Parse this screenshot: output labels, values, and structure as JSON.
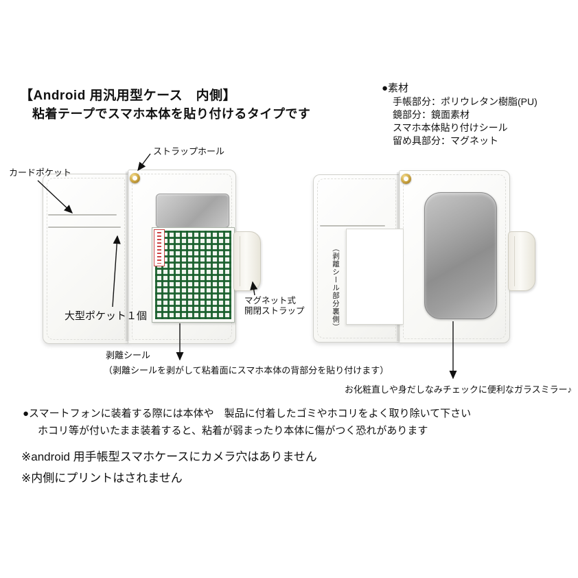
{
  "colors": {
    "seal_grid_green": "#1d5f2d",
    "eyelet_gold": "#c9a23f",
    "mirror_gray": "#9a9a9a",
    "seal_tab_red": "#cc4444",
    "text": "#111111"
  },
  "header": {
    "title": "【Android 用汎用型ケース　内側】",
    "subtitle": "粘着テープでスマホ本体を貼り付けるタイプです"
  },
  "materials": {
    "heading": "●素材",
    "items": [
      "手帳部分：ポリウレタン樹脂(PU)",
      "鏡部分：鏡面素材",
      "スマホ本体貼り付けシール",
      "留め具部分：マグネット"
    ]
  },
  "left_case": {
    "labels": {
      "strap_hole": "ストラップホール",
      "card_pocket": "カードポケット",
      "large_pocket": "大型ポケット１個",
      "magnet_strap": "マグネット式\n開閉ストラップ",
      "release_seal": "剥離シール",
      "release_seal_note": "（剥離シールを剥がして粘着面にスマホ本体の背部分を貼り付けます）"
    }
  },
  "right_case": {
    "labels": {
      "seal_backside": "（剥離シール部分裏側）",
      "mirror_note": "お化粧直しや身だしなみチェックに便利なガラスミラー♪"
    }
  },
  "footer_notes": {
    "caution_line1": "●スマートフォンに装着する際には本体や　製品に付着したゴミやホコリをよく取り除いて下さい",
    "caution_line2": "ホコリ等が付いたまま装着すると、粘着が弱まったり本体に傷がつく恐れがあります",
    "note_camera": "※android 用手帳型スマホケースにカメラ穴はありません",
    "note_print": "※内側にプリントはされません"
  }
}
